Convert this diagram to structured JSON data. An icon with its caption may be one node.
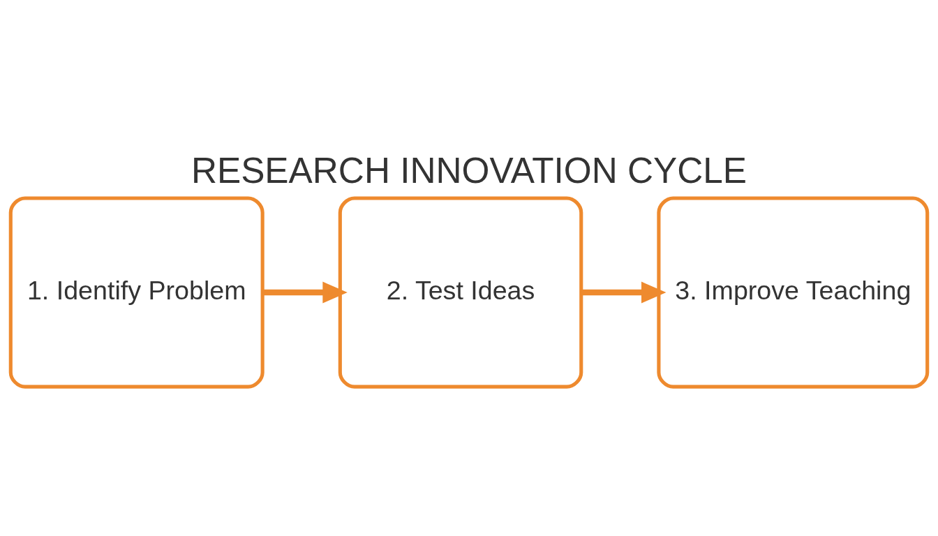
{
  "diagram": {
    "title": "RESEARCH INNOVATION CYCLE",
    "nodes": [
      {
        "text": [
          "1. Identify Problem"
        ]
      },
      {
        "text": [
          "2. Test Ideas"
        ]
      },
      {
        "text": [
          "3. Improve Teaching"
        ]
      }
    ],
    "edges": [
      {
        "from": 0,
        "to": 1,
        "arrow": "to"
      },
      {
        "from": 1,
        "to": 2,
        "arrow": "to"
      }
    ]
  }
}
